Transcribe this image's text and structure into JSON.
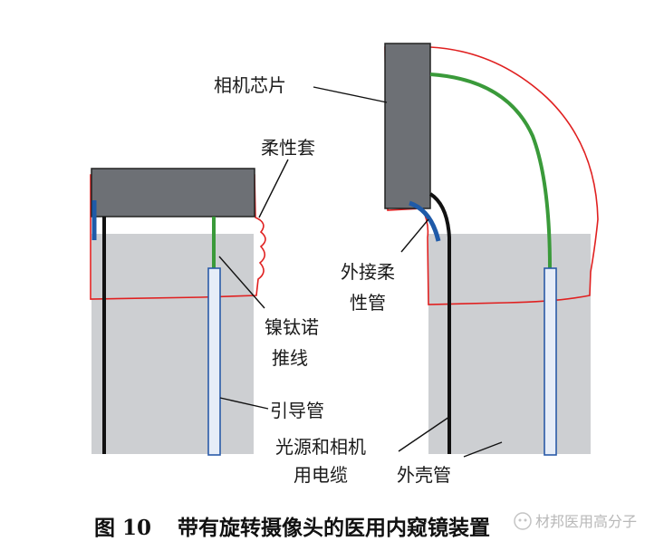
{
  "labels": {
    "camera_chip": "相机芯片",
    "flexible_sleeve": "柔性套",
    "external_flex_tube": [
      "外接柔",
      "性管"
    ],
    "nitinol_push_wire": [
      "镍钛诺",
      "推线"
    ],
    "guide_tube": "引导管",
    "light_camera_cable": [
      "光源和相机",
      "用电缆"
    ],
    "outer_shell": "外壳管"
  },
  "caption": {
    "figure_number": "图 10",
    "title": "带有旋转摄像头的医用内窥镜装置"
  },
  "watermark": "材邦医用高分子",
  "colors": {
    "housing": "#cdcfd2",
    "chip": "#6d7075",
    "sleeve_outline": "#e02020",
    "push_wire": "#3a9a3a",
    "guide_tube": "#e6edf8",
    "guide_tube_border": "#2a5aa8",
    "cable": "#111111",
    "flex_tube": "#1f5aa8"
  }
}
